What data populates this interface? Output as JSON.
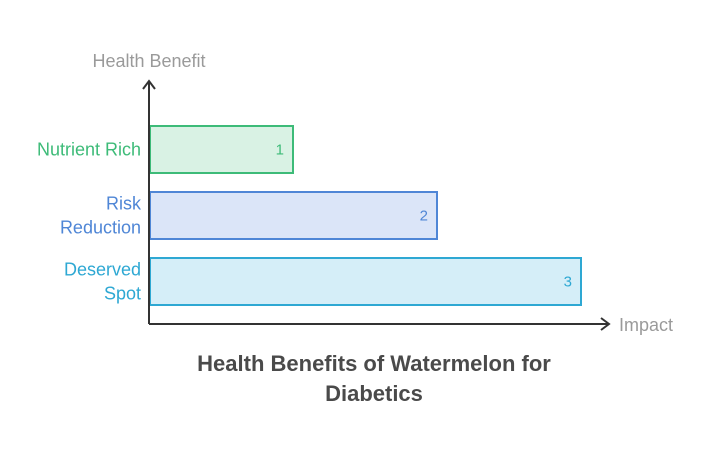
{
  "chart_data": {
    "type": "bar",
    "orientation": "horizontal",
    "title_lines": [
      "Health Benefits of Watermelon for",
      "Diabetics"
    ],
    "ylabel": "Health Benefit",
    "xlabel": "Impact",
    "xlim": [
      0,
      3
    ],
    "grid": false,
    "legend": "none",
    "categories": [
      {
        "lines": [
          "Nutrient Rich"
        ],
        "value": 1,
        "label": "1",
        "fill": "#d9f2e4",
        "stroke": "#3dbb78",
        "text_color": "#3dbb78"
      },
      {
        "lines": [
          "Risk",
          "Reduction"
        ],
        "value": 2,
        "label": "2",
        "fill": "#dbe5f8",
        "stroke": "#4f86d6",
        "text_color": "#4f86d6"
      },
      {
        "lines": [
          "Deserved",
          "Spot"
        ],
        "value": 3,
        "label": "3",
        "fill": "#d5eef8",
        "stroke": "#2ea8d3",
        "text_color": "#2ea8d3"
      }
    ],
    "axis_color": "#333333"
  }
}
